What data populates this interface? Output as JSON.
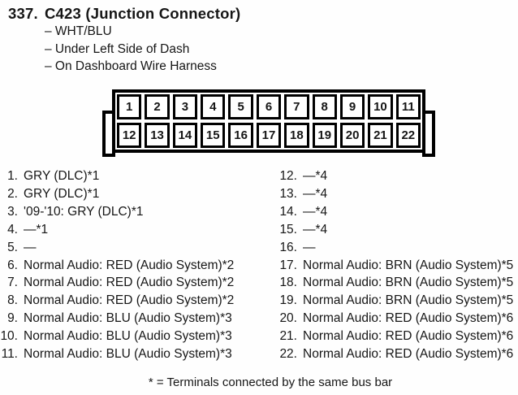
{
  "header": {
    "item_number": "337.",
    "title": "C423 (Junction Connector)",
    "details": [
      "– WHT/BLU",
      "– Under Left Side of Dash",
      "– On Dashboard Wire Harness"
    ]
  },
  "connector": {
    "top_row": [
      "1",
      "2",
      "3",
      "4",
      "5",
      "6",
      "7",
      "8",
      "9",
      "10",
      "11"
    ],
    "bottom_row": [
      "12",
      "13",
      "14",
      "15",
      "16",
      "17",
      "18",
      "19",
      "20",
      "21",
      "22"
    ]
  },
  "pins": {
    "left": [
      {
        "num": "1.",
        "desc": "GRY (DLC)*1"
      },
      {
        "num": "2.",
        "desc": "GRY (DLC)*1"
      },
      {
        "num": "3.",
        "desc": "'09-'10: GRY (DLC)*1"
      },
      {
        "num": "4.",
        "desc": "—*1"
      },
      {
        "num": "5.",
        "desc": "—"
      },
      {
        "num": "6.",
        "desc": "Normal Audio: RED (Audio System)*2"
      },
      {
        "num": "7.",
        "desc": "Normal Audio: RED (Audio System)*2"
      },
      {
        "num": "8.",
        "desc": "Normal Audio: RED (Audio System)*2"
      },
      {
        "num": "9.",
        "desc": "Normal Audio: BLU (Audio System)*3"
      },
      {
        "num": "10.",
        "desc": "Normal Audio: BLU (Audio System)*3"
      },
      {
        "num": "11.",
        "desc": "Normal Audio: BLU (Audio System)*3"
      }
    ],
    "right": [
      {
        "num": "12.",
        "desc": "—*4"
      },
      {
        "num": "13.",
        "desc": "—*4"
      },
      {
        "num": "14.",
        "desc": "—*4"
      },
      {
        "num": "15.",
        "desc": "—*4"
      },
      {
        "num": "16.",
        "desc": "—"
      },
      {
        "num": "17.",
        "desc": "Normal Audio: BRN (Audio System)*5"
      },
      {
        "num": "18.",
        "desc": "Normal Audio: BRN (Audio System)*5"
      },
      {
        "num": "19.",
        "desc": "Normal Audio: BRN (Audio System)*5"
      },
      {
        "num": "20.",
        "desc": "Normal Audio: RED (Audio System)*6"
      },
      {
        "num": "21.",
        "desc": "Normal Audio: RED (Audio System)*6"
      },
      {
        "num": "22.",
        "desc": "Normal Audio: RED (Audio System)*6"
      }
    ]
  },
  "footnote": "* = Terminals connected by the same bus bar"
}
